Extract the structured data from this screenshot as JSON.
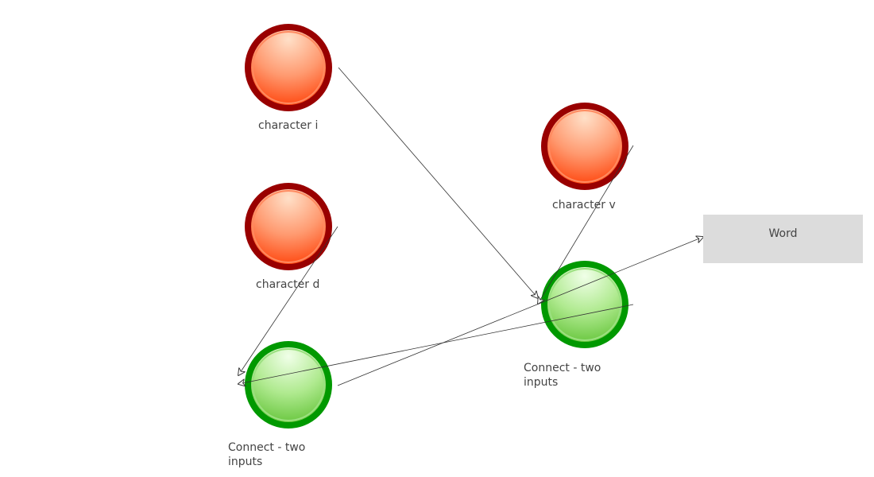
{
  "nodes": [
    {
      "id": "char_i",
      "label": "character i",
      "kind": "input"
    },
    {
      "id": "char_d",
      "label": "character d",
      "kind": "input"
    },
    {
      "id": "char_v",
      "label": "character v",
      "kind": "input"
    },
    {
      "id": "connect_right",
      "label": "Connect - two inputs",
      "kind": "connect"
    },
    {
      "id": "connect_left",
      "label": "Connect - two inputs",
      "kind": "connect"
    },
    {
      "id": "word",
      "label": "Word",
      "kind": "output"
    }
  ],
  "edges": [
    {
      "from": "char_i",
      "to": "connect_right"
    },
    {
      "from": "char_v",
      "to": "connect_right"
    },
    {
      "from": "char_d",
      "to": "connect_left"
    },
    {
      "from": "connect_right",
      "to": "connect_left"
    },
    {
      "from": "connect_left",
      "to": "word"
    }
  ],
  "colors": {
    "input_ring": "#990000",
    "input_fill": "#ff5a2a",
    "connect_ring": "#009900",
    "connect_fill": "#77d050",
    "word_bg": "#dcdcdc"
  }
}
